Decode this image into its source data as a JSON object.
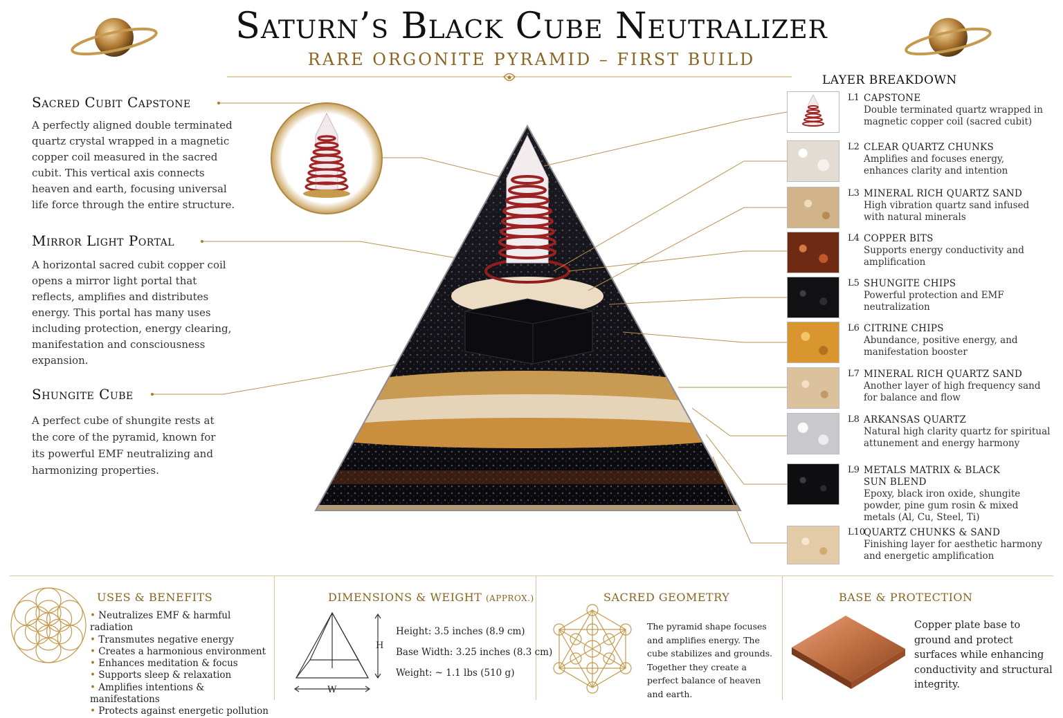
{
  "header": {
    "title": "Saturn’s Black Cube Neutralizer",
    "subtitle": "RARE ORGONITE PYRAMID – FIRST BUILD"
  },
  "left": {
    "capstone": {
      "heading": "Sacred Cubit Capstone",
      "text": "A perfectly aligned double terminated quartz crystal wrapped in a magnetic copper coil measured in the sacred cubit. This vertical axis connects heaven and earth, focusing universal life force through the entire structure."
    },
    "portal": {
      "heading": "Mirror Light Portal",
      "text": "A horizontal sacred cubit copper coil opens a mirror light portal that reflects, amplifies and distributes energy. This portal has many uses including protection, energy clearing, manifestation and consciousness expansion."
    },
    "cube": {
      "heading": "Shungite Cube",
      "text": "A perfect cube of shungite rests at the core of the pyramid, known for its powerful EMF neutralizing and harmonizing properties."
    }
  },
  "layers": {
    "heading": "LAYER BREAKDOWN",
    "items": [
      {
        "code": "L1",
        "name": "CAPSTONE",
        "desc": "Double terminated quartz wrapped in magnetic copper coil (sacred cubit)",
        "color": "#ffffff"
      },
      {
        "code": "L2",
        "name": "CLEAR QUARTZ CHUNKS",
        "desc": "Amplifies and focuses energy, enhances clarity and intention",
        "color": "#e8e2da"
      },
      {
        "code": "L3",
        "name": "MINERAL RICH QUARTZ SAND",
        "desc": "High vibration quartz sand infused with natural minerals",
        "color": "#d6b98f"
      },
      {
        "code": "L4",
        "name": "COPPER BITS",
        "desc": "Supports energy conductivity and amplification",
        "color": "#8a3a1a"
      },
      {
        "code": "L5",
        "name": "SHUNGITE CHIPS",
        "desc": "Powerful protection and EMF neutralization",
        "color": "#151517"
      },
      {
        "code": "L6",
        "name": "CITRINE CHIPS",
        "desc": "Abundance, positive energy, and manifestation booster",
        "color": "#d9952e"
      },
      {
        "code": "L7",
        "name": "MINERAL RICH QUARTZ SAND",
        "desc": "Another layer of high frequency sand for balance and flow",
        "color": "#d9bf98"
      },
      {
        "code": "L8",
        "name": "ARKANSAS QUARTZ",
        "desc": "Natural high clarity quartz for spiritual attunement and energy harmony",
        "color": "#dcdcde"
      },
      {
        "code": "L9",
        "name": "METALS MATRIX & BLACK SUN BLEND",
        "desc": "Epoxy, black iron oxide, shungite powder, pine gum rosin & mixed metals (Al, Cu, Steel, Ti)",
        "color": "#121214"
      },
      {
        "code": "L10",
        "name": "QUARTZ CHUNKS & SAND",
        "desc": "Finishing layer for aesthetic harmony and energetic amplification",
        "color": "#e0c9a6"
      }
    ]
  },
  "bottom": {
    "uses": {
      "heading": "USES & BENEFITS",
      "items": [
        "Neutralizes EMF & harmful radiation",
        "Transmutes negative energy",
        "Creates a harmonious environment",
        "Enhances meditation & focus",
        "Supports sleep & relaxation",
        "Amplifies intentions & manifestations",
        "Protects against energetic pollution"
      ]
    },
    "dimensions": {
      "heading": "DIMENSIONS & WEIGHT",
      "heading_note": "(APPROX.)",
      "height": "Height: 3.5 inches (8.9 cm)",
      "width": "Base Width: 3.25 inches (8.3 cm)",
      "weight": "Weight: ~ 1.1 lbs (510 g)",
      "label_h": "H",
      "label_w": "W"
    },
    "geometry": {
      "heading": "SACRED GEOMETRY",
      "text": "The pyramid shape focuses and amplifies energy. The cube stabilizes and grounds. Together they create a perfect balance of heaven and earth."
    },
    "base": {
      "heading": "BASE & PROTECTION",
      "text": "Copper plate base to ground and protect surfaces while enhancing conductivity and structural integrity."
    }
  },
  "colors": {
    "gold": "#a87a2a",
    "copper": "#b5653a",
    "black": "#111111"
  }
}
